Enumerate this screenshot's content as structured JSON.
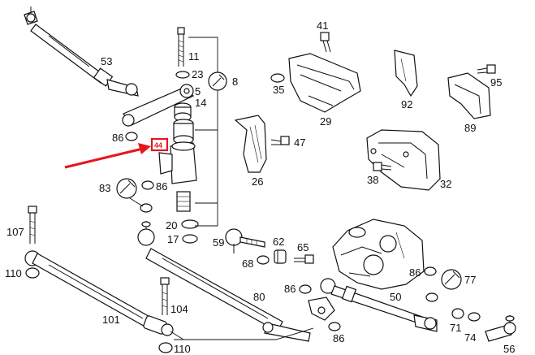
{
  "diagram": {
    "accent_color": "#e8141c",
    "highlight_label": "44",
    "labels": {
      "n5": "5",
      "n8": "8",
      "n11": "11",
      "n14": "14",
      "n17": "17",
      "n20": "20",
      "n23": "23",
      "n26": "26",
      "n29": "29",
      "n32": "32",
      "n35": "35",
      "n38": "38",
      "n41": "41",
      "n47": "47",
      "n50": "50",
      "n53": "53",
      "n56": "56",
      "n59": "59",
      "n62": "62",
      "n65": "65",
      "n68": "68",
      "n71": "71",
      "n74": "74",
      "n77": "77",
      "n80": "80",
      "n83": "83",
      "n86a": "86",
      "n86b": "86",
      "n86c": "86",
      "n86d": "86",
      "n86e": "86",
      "n89": "89",
      "n92": "92",
      "n95": "95",
      "n101": "101",
      "n104": "104",
      "n107": "107",
      "n110a": "110",
      "n110b": "110"
    },
    "icons": {
      "wrench": "wrench-icon",
      "arrow": "red-arrow-icon"
    }
  }
}
